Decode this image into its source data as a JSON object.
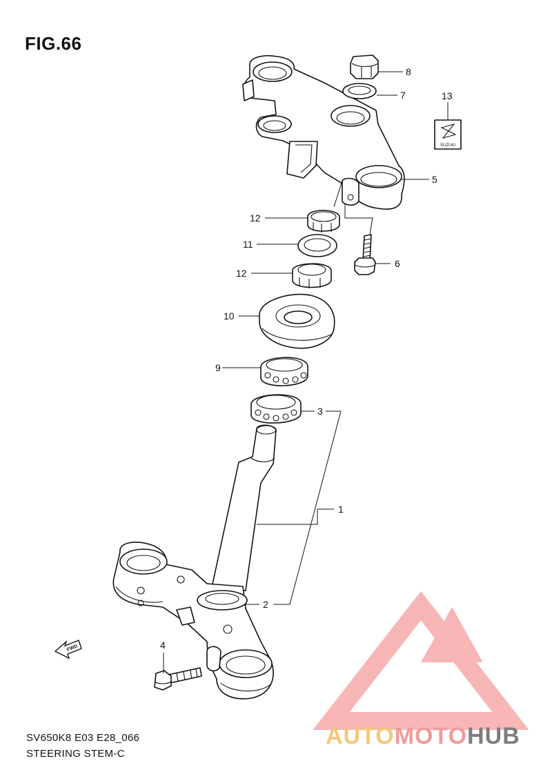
{
  "header": {
    "title": "FIG.66"
  },
  "footer": {
    "line1": "SV650K8 E03 E28_066",
    "line2": "STEERING STEM-C"
  },
  "callouts": [
    "8",
    "7",
    "13",
    "5",
    "12",
    "11",
    "6",
    "12",
    "10",
    "9",
    "3",
    "1",
    "2",
    "4"
  ],
  "fwd_label": "FWD",
  "emblem_label": "SUZUKI",
  "watermark": {
    "part1": "AUTO",
    "part2": "MOTO",
    "part3": "HUB"
  },
  "colors": {
    "line": "#111111",
    "watermark_red": "#f29a9a",
    "watermark_yellow": "#f5c77a",
    "watermark_grey": "#7d7d7d"
  }
}
